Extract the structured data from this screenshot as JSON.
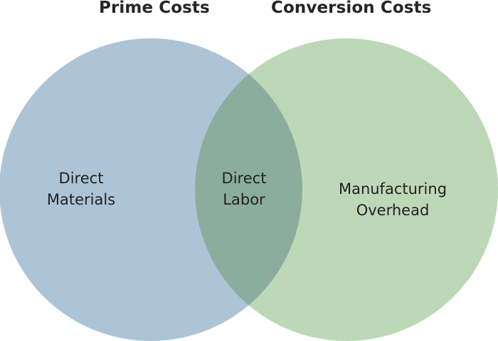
{
  "diagram": {
    "type": "venn",
    "sets": [
      {
        "name": "Prime Costs",
        "color": "#adc4d6",
        "region_label": [
          "Direct",
          "Materials"
        ]
      },
      {
        "name": "Conversion Costs",
        "color": "#bdd8b6",
        "region_label": [
          "Manufacturing",
          "Overhead"
        ]
      }
    ],
    "intersection": {
      "label": [
        "Direct",
        "Labor"
      ],
      "color": "#8aad9e"
    }
  },
  "titles": {
    "left": "Prime Costs",
    "right": "Conversion Costs"
  },
  "labels": {
    "left_line1": "Direct",
    "left_line2": "Materials",
    "center_line1": "Direct",
    "center_line2": "Labor",
    "right_line1": "Manufacturing",
    "right_line2": "Overhead"
  }
}
